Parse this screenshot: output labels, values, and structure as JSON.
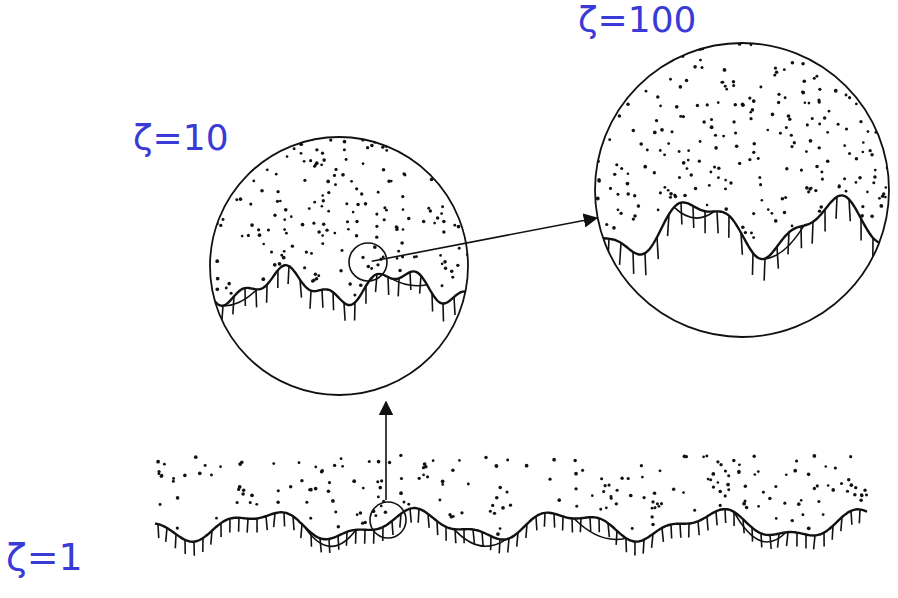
{
  "diagram": {
    "nodes": [
      {
        "text": [
          "ζ=10"
        ]
      },
      {
        "text": [
          "ζ=100"
        ]
      }
    ],
    "edges": [
      {
        "from": 0,
        "to": 1,
        "arrow": "to"
      }
    ],
    "labels": [
      "ζ=1"
    ]
  }
}
